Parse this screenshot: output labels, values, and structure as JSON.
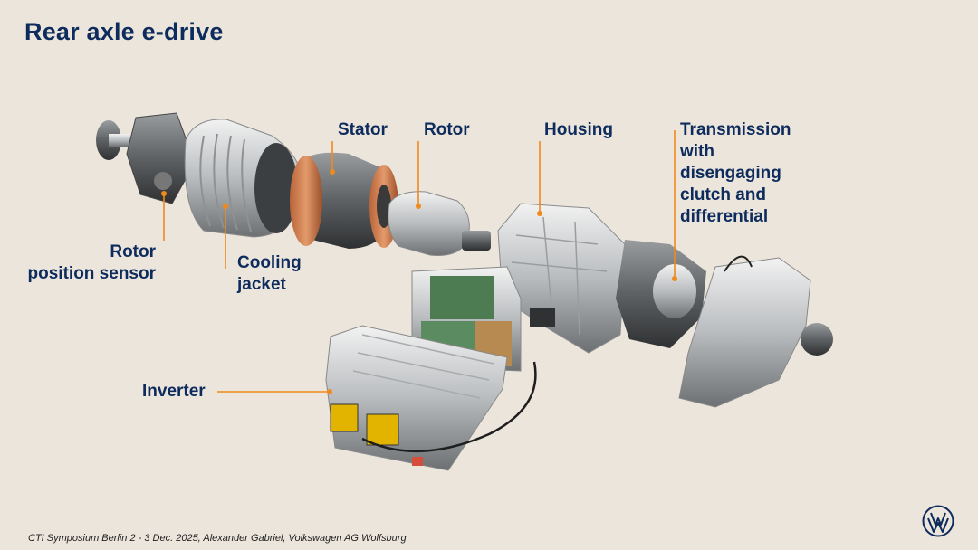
{
  "title": "Rear axle e-drive",
  "labels": {
    "stator": "Stator",
    "rotor": "Rotor",
    "housing": "Housing",
    "transmission": [
      "Transmission",
      "with",
      "disengaging",
      "clutch and",
      "differential"
    ],
    "rotor_position_sensor": [
      "Rotor",
      "position sensor"
    ],
    "cooling_jacket": [
      "Cooling",
      "jacket"
    ],
    "inverter": "Inverter"
  },
  "footer": "CTI Symposium Berlin 2 - 3 Dec. 2025, Alexander Gabriel, Volkswagen AG Wolfsburg",
  "colors": {
    "title": "#0d2b5c",
    "leader": "#f08a1c",
    "background": "#ece5dc"
  },
  "logo_icon": "vw-logo-icon"
}
